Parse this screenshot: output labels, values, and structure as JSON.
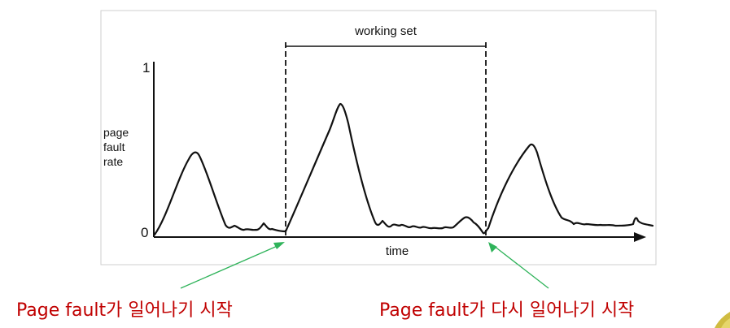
{
  "figure": {
    "working_set_label": "working set",
    "y_axis": {
      "label_lines": [
        "page",
        "fault",
        "rate"
      ],
      "top_tick": "1",
      "zero_tick": "0"
    },
    "x_axis": {
      "label": "time"
    }
  },
  "annotations": {
    "left": "Page fault가 일어나기 시작",
    "right": "Page fault가 다시 일어나기 시작"
  },
  "colors": {
    "line": "#111111",
    "annotation_text": "#c00000",
    "annotation_arrow": "#2fb35a",
    "frame": "#bdbdbd",
    "corner_accent": "#c8b020"
  }
}
